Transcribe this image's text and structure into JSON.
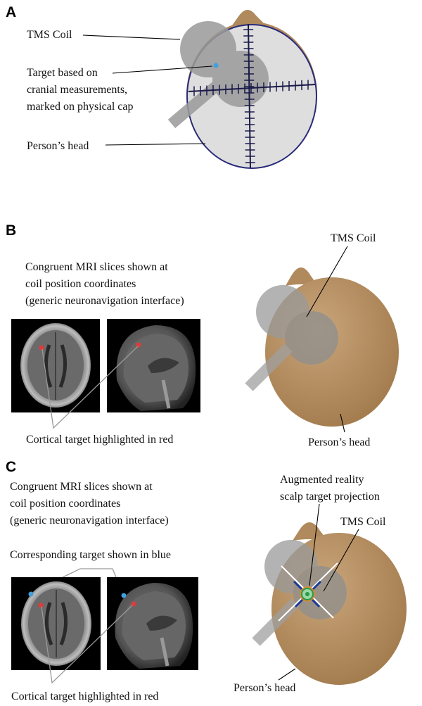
{
  "panels": {
    "a": {
      "letter": "A",
      "labels": {
        "tms_coil": "TMS Coil",
        "target_line1": "Target based on",
        "target_line2": "cranial measurements,",
        "target_line3": "marked on physical cap",
        "head": "Person’s head"
      }
    },
    "b": {
      "letter": "B",
      "mri_caption_line1": "Congruent MRI slices shown at",
      "mri_caption_line2": "coil position coordinates",
      "mri_caption_line3": "(generic neuronavigation interface)",
      "cortical_target": "Cortical target highlighted in red",
      "tms_coil": "TMS Coil",
      "head": "Person’s head"
    },
    "c": {
      "letter": "C",
      "mri_caption_line1": "Congruent MRI slices shown at",
      "mri_caption_line2": "coil position coordinates",
      "mri_caption_line3": "(generic neuronavigation interface)",
      "blue_target": "Corresponding target shown in blue",
      "cortical_target": "Cortical target highlighted in red",
      "ar_line1": "Augmented reality",
      "ar_line2": "scalp target projection",
      "tms_coil": "TMS Coil",
      "head": "Person’s head"
    }
  },
  "colors": {
    "head_fill": "#b08a5c",
    "head_highlight": "#c9a57a",
    "cap_fill": "#dcdcdc",
    "cap_outline": "#2a2a7a",
    "coil_fill": "#999999",
    "red_marker": "#e03a3a",
    "blue_marker": "#3fa0e0",
    "ar_ring": "#2a9a4a",
    "ar_orange": "#e08a2a",
    "ar_blue_bar": "#1a3a9a"
  }
}
